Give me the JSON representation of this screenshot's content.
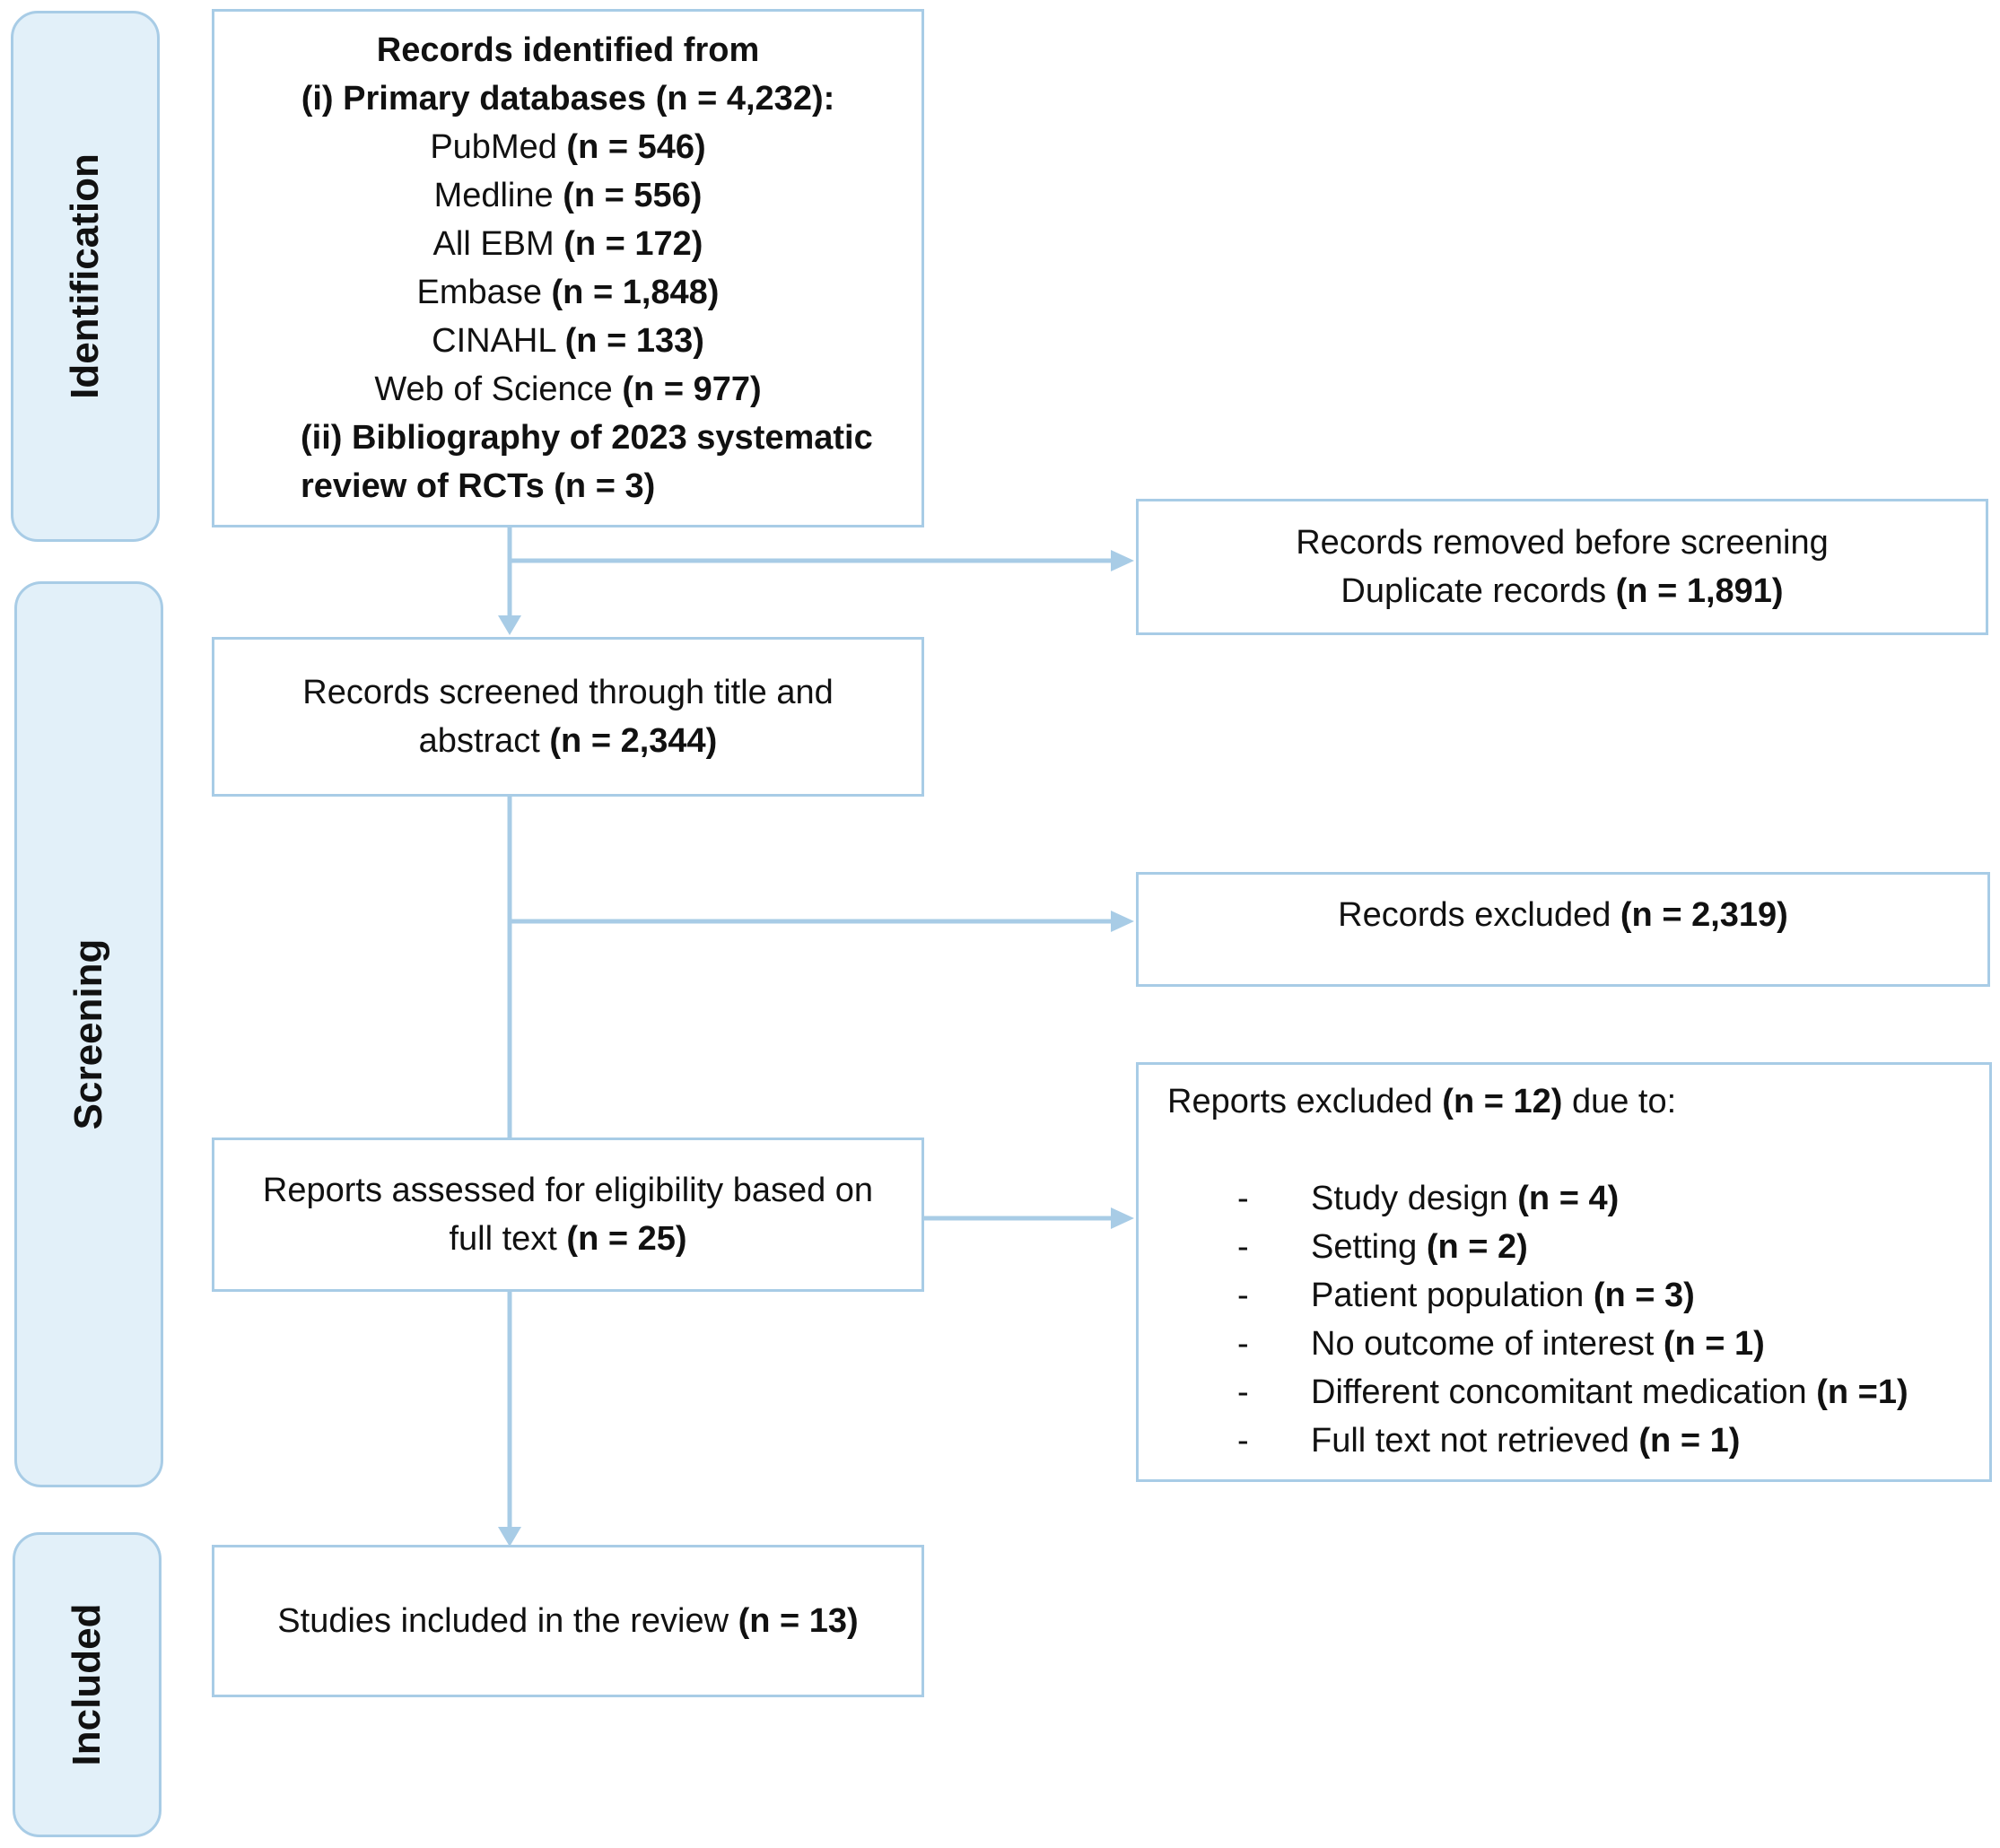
{
  "phases": {
    "identification": "Identification",
    "screening": "Screening",
    "included": "Included"
  },
  "identification_box": {
    "heading": "Records identified from",
    "primary_label": "(i) Primary databases ",
    "primary_count": "(n = 4,232):",
    "databases": [
      {
        "name": "PubMed ",
        "count": "(n = 546)"
      },
      {
        "name": "Medline ",
        "count": "(n = 556)"
      },
      {
        "name": "All EBM ",
        "count": "(n = 172)"
      },
      {
        "name": "Embase ",
        "count": "(n = 1,848)"
      },
      {
        "name": "CINAHL ",
        "count": "(n = 133)"
      },
      {
        "name": "Web of Science ",
        "count": "(n = 977)"
      }
    ],
    "secondary_line1": "(ii) Bibliography of 2023 systematic",
    "secondary_line2": "review of RCTs ",
    "secondary_count": "(n = 3)"
  },
  "removed_box": {
    "line1": "Records removed before screening",
    "line2": "Duplicate records ",
    "count": "(n = 1,891)"
  },
  "screened_box": {
    "line1": "Records screened through title and",
    "line2": "abstract ",
    "count": "(n = 2,344)"
  },
  "excluded_box": {
    "text": "Records excluded ",
    "count": "(n = 2,319)"
  },
  "assessed_box": {
    "line1": "Reports assessed for eligibility based on",
    "line2": "full text ",
    "count": "(n = 25)"
  },
  "reports_excluded_box": {
    "heading": "Reports excluded ",
    "heading_count": "(n = 12)",
    "heading_suffix": " due to:",
    "bullet": "-",
    "reasons": [
      {
        "text": "Study design ",
        "count": "(n = 4)"
      },
      {
        "text": "Setting ",
        "count": "(n = 2)"
      },
      {
        "text": "Patient population ",
        "count": "(n = 3)"
      },
      {
        "text": "No outcome of interest ",
        "count": "(n = 1)"
      },
      {
        "text": "Different concomitant medication ",
        "count": "(n =1)"
      },
      {
        "text": "Full text not retrieved ",
        "count": "(n = 1)"
      }
    ]
  },
  "included_box": {
    "text": "Studies included in the review ",
    "count": "(n = 13)"
  },
  "colors": {
    "box_border": "#a8cce6",
    "phase_fill": "#e2f0f9",
    "arrow": "#a8cce6"
  }
}
